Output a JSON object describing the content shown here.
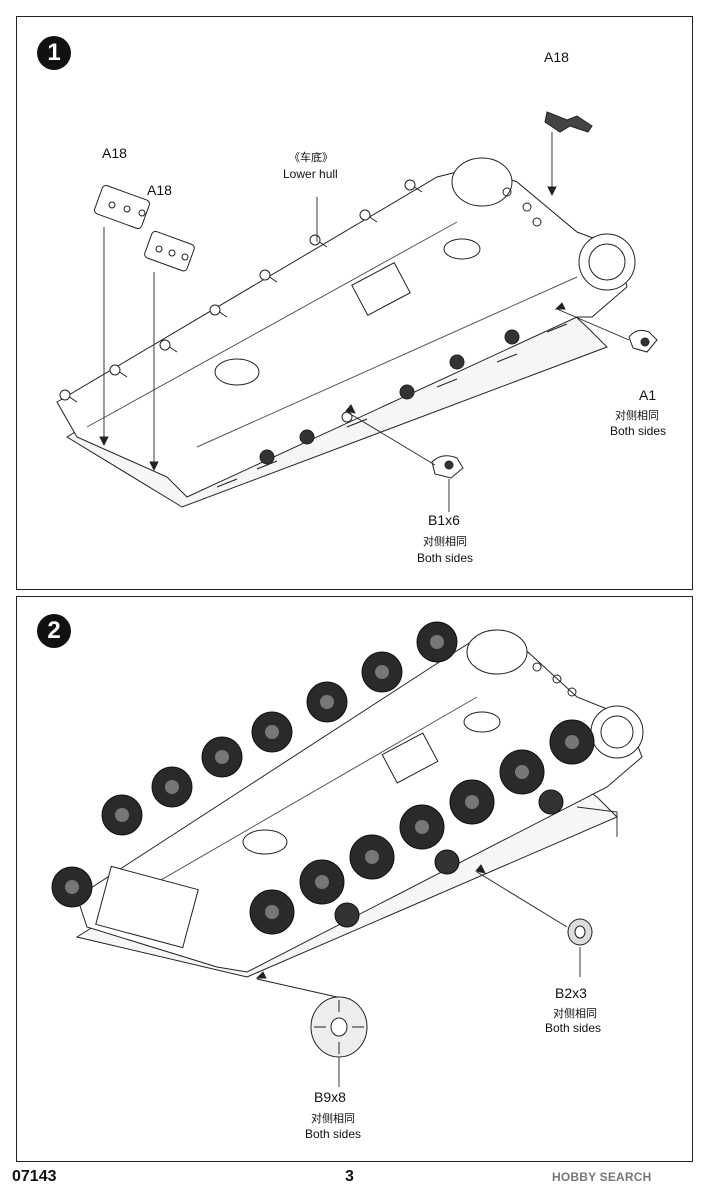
{
  "steps": [
    {
      "number": "1",
      "labels": {
        "a18_top": "A18",
        "a18_left1": "A18",
        "a18_left2": "A18",
        "hull_cn": "《车底》",
        "hull_en": "Lower hull",
        "a1_part": "A1",
        "a1_cn": "对侧相同",
        "a1_en": "Both sides",
        "b1_part": "B1x6",
        "b1_cn": "对侧相同",
        "b1_en": "Both sides"
      }
    },
    {
      "number": "2",
      "labels": {
        "b2_part": "B2x3",
        "b2_cn": "对侧相同",
        "b2_en": "Both sides",
        "b9_part": "B9x8",
        "b9_cn": "对侧相同",
        "b9_en": "Both sides"
      }
    }
  ],
  "footer": {
    "code": "07143",
    "page": "3",
    "watermark": "HOBBY SEARCH"
  }
}
